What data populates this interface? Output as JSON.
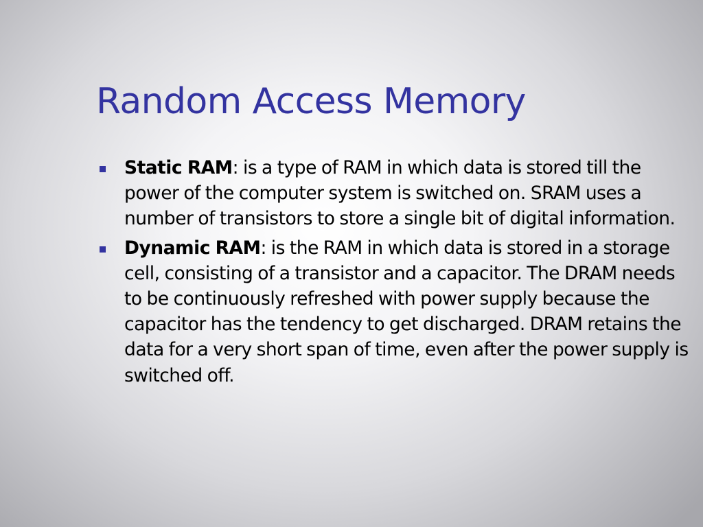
{
  "slide": {
    "title": "Random Access Memory",
    "bullets": [
      {
        "term": "Static RAM",
        "text": ": is a type of RAM in which data is stored till the power of the computer system is switched on. SRAM uses a number of transistors to store a single bit of digital information."
      },
      {
        "term": "Dynamic RAM",
        "text": ": is the RAM in which data is stored in a storage cell, consisting of a transistor and a capacitor. The DRAM needs to be continuously refreshed with power supply because the capacitor has the tendency to get discharged. DRAM retains the data for a very short span of time, even after the power supply is switched off."
      }
    ]
  },
  "colors": {
    "title": "#3333a0",
    "bullet_marker": "#3333a0",
    "body_text": "#000000"
  },
  "icons": {
    "bullet": "square-bullet-icon"
  }
}
